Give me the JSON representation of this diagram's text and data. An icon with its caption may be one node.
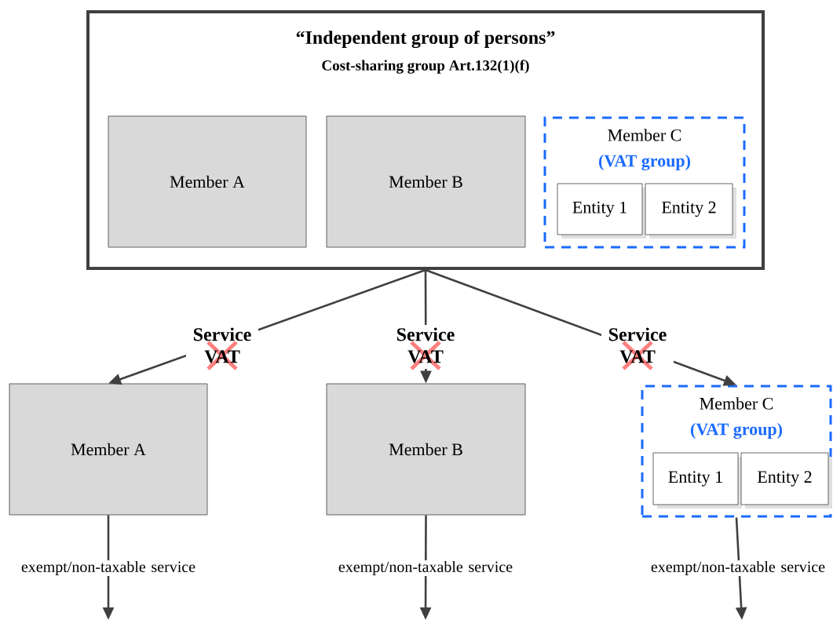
{
  "diagram": {
    "nodes": [
      {
        "text": [
          "“Independent group of persons”",
          "Cost-sharing group Art.132(1)(f)"
        ]
      },
      {
        "text": [
          "Member A"
        ],
        "in": 0
      },
      {
        "text": [
          "Member B"
        ],
        "in": 0
      },
      {
        "text": [
          "Member C",
          "(VAT group)"
        ],
        "in": 0
      },
      {
        "text": [
          "Entity 1"
        ],
        "in": 3
      },
      {
        "text": [
          "Entity 2"
        ],
        "in": 3
      },
      {
        "text": [
          "Member A"
        ]
      },
      {
        "text": [
          "Member B"
        ]
      },
      {
        "text": [
          "Member C",
          "(VAT group)"
        ]
      },
      {
        "text": [
          "Entity 1"
        ],
        "in": 8
      },
      {
        "text": [
          "Entity 2"
        ],
        "in": 8
      }
    ],
    "edges": [
      {
        "from": 0,
        "to": 6,
        "arrow": "to",
        "label": "Service VAT"
      },
      {
        "from": 0,
        "to": 7,
        "arrow": "to",
        "label": "Service VAT"
      },
      {
        "from": 0,
        "to": 8,
        "arrow": "to",
        "label": "Service VAT"
      },
      {
        "from": 6,
        "to": null,
        "arrow": "to",
        "label": "exempt/non-taxable service"
      },
      {
        "from": 7,
        "to": null,
        "arrow": "to",
        "label": "exempt/non-taxable service"
      },
      {
        "from": 8,
        "to": null,
        "arrow": "to",
        "label": "exempt/non-taxable service"
      }
    ]
  }
}
